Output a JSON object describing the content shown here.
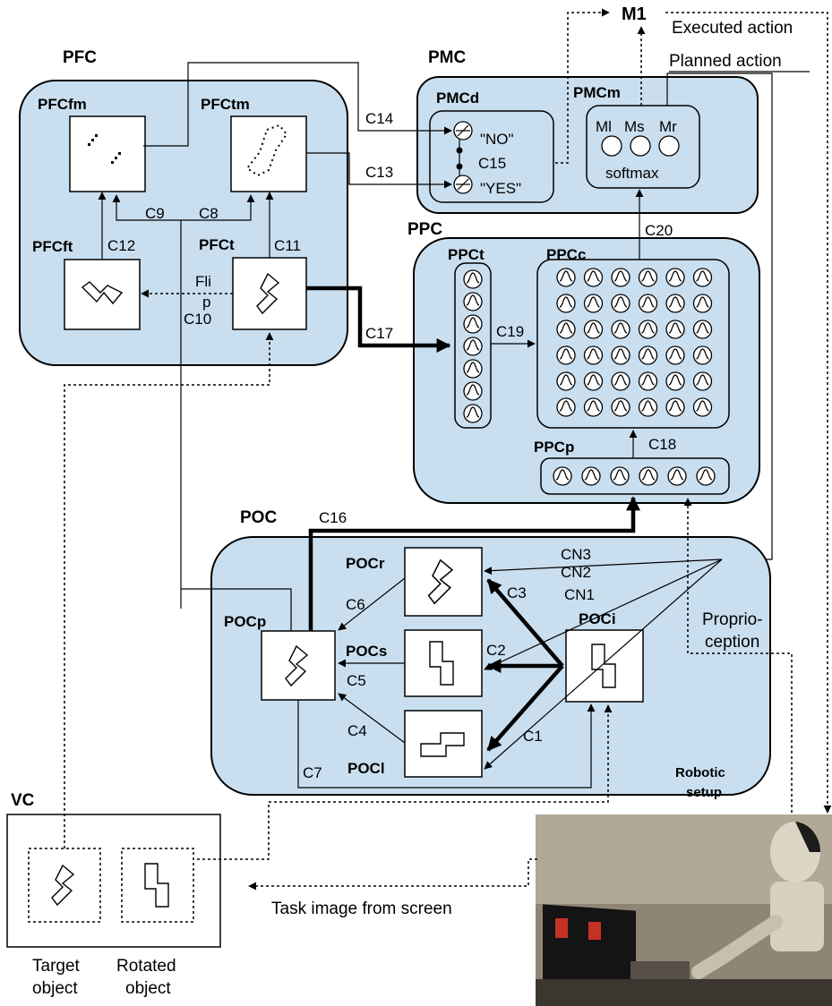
{
  "modules": {
    "pfc": "PFC",
    "pfcfm": "PFCfm",
    "pfctm": "PFCtm",
    "pfcft": "PFCft",
    "pfct": "PFCt",
    "pmc": "PMC",
    "pmcd": "PMCd",
    "pmcm": "PMCm",
    "m1": "M1",
    "ppc": "PPC",
    "ppct": "PPCt",
    "ppcc": "PPCc",
    "ppcp": "PPCp",
    "poc": "POC",
    "pocr": "POCr",
    "pocs": "POCs",
    "pocl": "POCl",
    "poci": "POCi",
    "pocp": "POCp",
    "vc": "VC"
  },
  "connections": {
    "c1": "C1",
    "c2": "C2",
    "c3": "C3",
    "c4": "C4",
    "c5": "C5",
    "c6": "C6",
    "c7": "C7",
    "c8": "C8",
    "c9": "C9",
    "c10": "C10",
    "c11": "C11",
    "c12": "C12",
    "c13": "C13",
    "c14": "C14",
    "c15": "C15",
    "c16": "C16",
    "c17": "C17",
    "c18": "C18",
    "c19": "C19",
    "c20": "C20",
    "cn1": "CN1",
    "cn2": "CN2",
    "cn3": "CN3"
  },
  "labels": {
    "no": "\"NO\"",
    "yes": "\"YES\"",
    "ml": "Ml",
    "ms": "Ms",
    "mr": "Mr",
    "softmax": "softmax",
    "flip_1": "Fli",
    "flip_2": "p",
    "executed_action": "Executed action",
    "planned_action": "Planned action",
    "proprio_1": "Proprio-",
    "proprio_2": "ception",
    "robotic_1": "Robotic",
    "robotic_2": "setup",
    "task_image": "Task image from screen",
    "target_1": "Target",
    "target_2": "object",
    "rotated_1": "Rotated",
    "rotated_2": "object"
  }
}
